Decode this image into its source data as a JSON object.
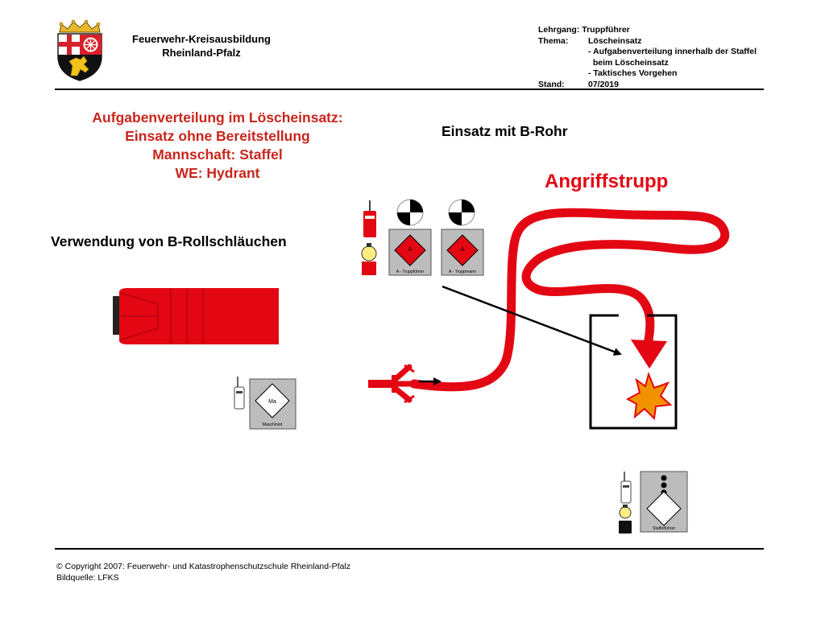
{
  "header": {
    "org_line1": "Feuerwehr-Kreisausbildung",
    "org_line2": "Rheinland-Pfalz",
    "meta": [
      {
        "label": "Lehrgang:",
        "value": "Truppführer",
        "compact": true
      },
      {
        "label": "Thema:",
        "value": "Löscheinsatz"
      },
      {
        "label": "",
        "value": "- Aufgabenverteilung innerhalb der Staffel"
      },
      {
        "label": "",
        "value": "  beim Löscheinsatz"
      },
      {
        "label": "",
        "value": "- Taktisches Vorgehen"
      },
      {
        "label": "Stand:",
        "value": "07/2019"
      }
    ]
  },
  "title": {
    "line1": "Aufgabenverteilung im Löscheinsatz:",
    "line2": "Einsatz ohne Bereitstellung",
    "line3": "Mannschaft: Staffel",
    "line4": "WE: Hydrant"
  },
  "subtitle_right": "Einsatz mit B-Rohr",
  "subtitle_left": "Verwendung von B-Rollschläuchen",
  "attack_label": "Angriffstrupp",
  "symbols": {
    "truppfuehrer": {
      "letter": "A",
      "caption": "A - Truppführer"
    },
    "truppmann": {
      "letter": "A",
      "caption": "A - Truppmann"
    },
    "maschinist": {
      "letter": "Ma",
      "caption": "Maschinist"
    },
    "staffelfuehrer": {
      "caption": "Staffelführer"
    }
  },
  "footer": {
    "line1": "© Copyright 2007: Feuerwehr- und Katastrophenschutzschule Rheinland-Pfalz",
    "line2": "Bildquelle: LFKS"
  },
  "colors": {
    "red": "#e30613",
    "title_red": "#c8261c",
    "gray": "#bcbcbc"
  }
}
